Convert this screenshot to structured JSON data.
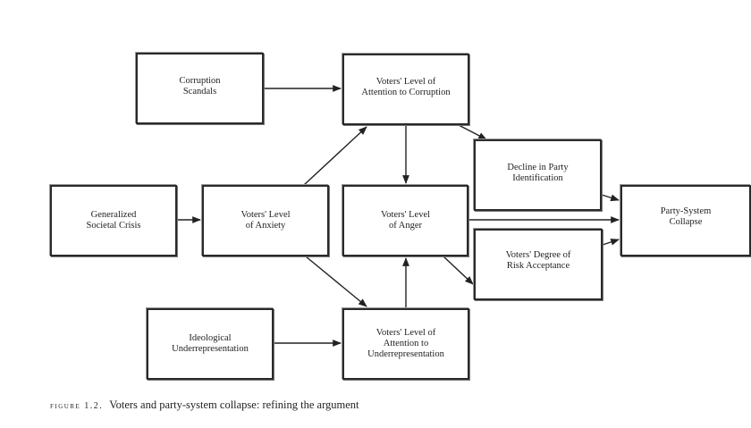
{
  "nodes": {
    "corruption_scandals": "Corruption\nScandals",
    "attention_to_corruption": "Voters' Level of\nAttention to Corruption",
    "decline_party_id": "Decline in Party\nIdentification",
    "societal_crisis": "Generalized\nSocietal Crisis",
    "anxiety": "Voters' Level\nof Anxiety",
    "anger": "Voters' Level\nof Anger",
    "party_system_collapse": "Party-System\nCollapse",
    "risk_acceptance": "Voters' Degree of\nRisk Acceptance",
    "ideological_underrepresentation": "Ideological\nUnderrepresentation",
    "attention_to_underrepresentation": "Voters' Level of\nAttention to\nUnderrepresentation"
  },
  "caption": {
    "label": "FIGURE 1.2.",
    "text": "Voters and party-system collapse: refining the argument"
  }
}
